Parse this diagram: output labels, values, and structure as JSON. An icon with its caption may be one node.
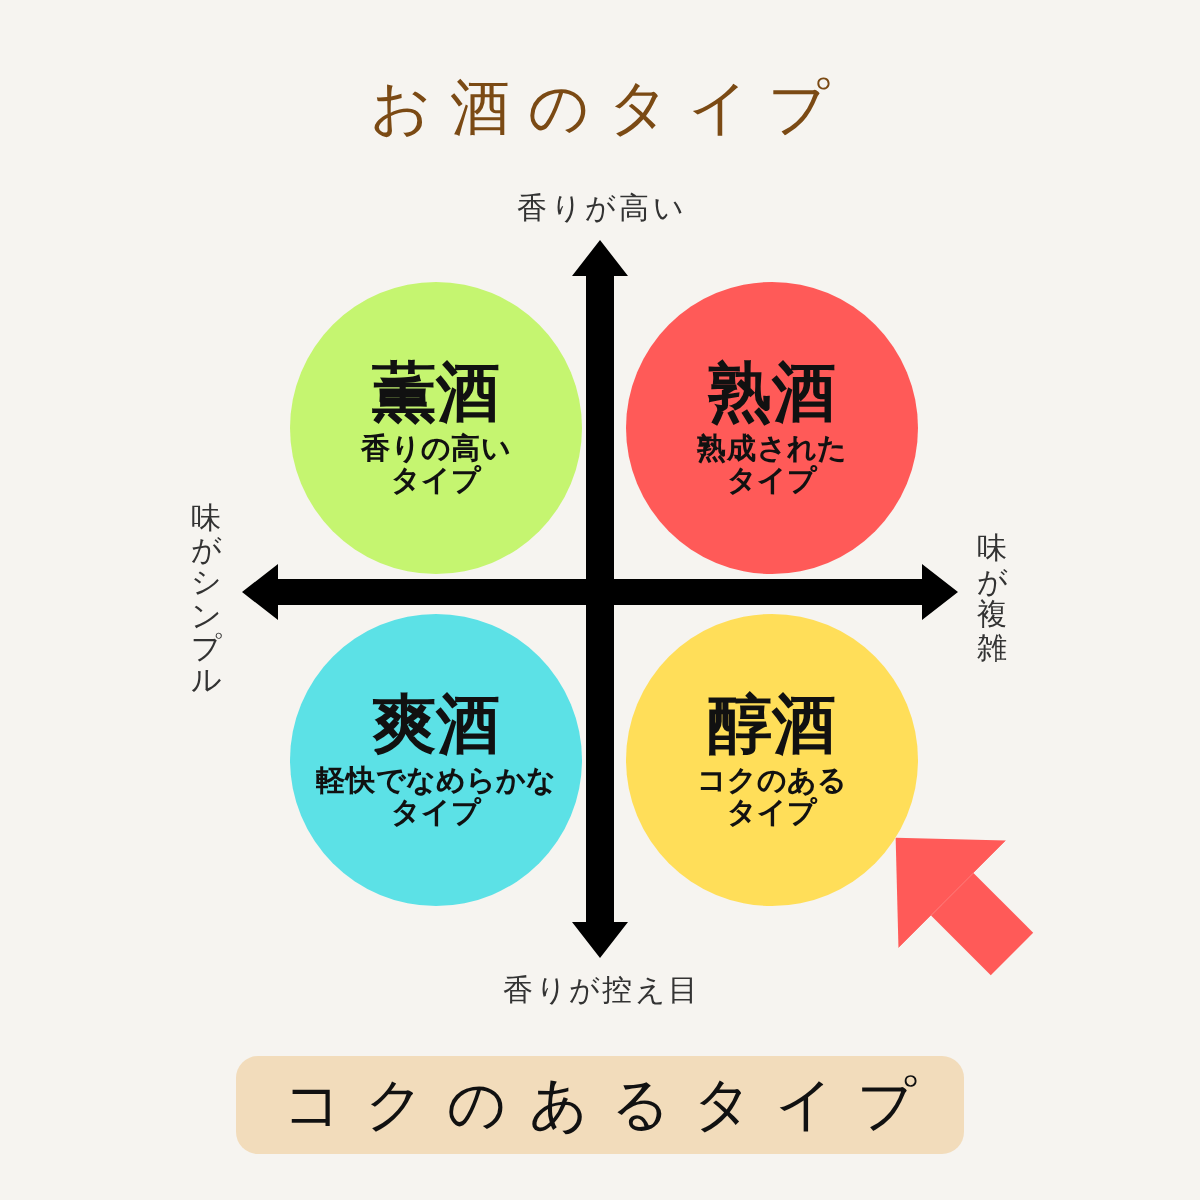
{
  "diagram": {
    "title": "お酒のタイプ",
    "nodes": [
      {
        "text": [
          "薫酒",
          "香りの高いタイプ"
        ]
      },
      {
        "text": [
          "熟酒",
          "熟成されたタイプ"
        ]
      },
      {
        "text": [
          "爽酒",
          "軽快でなめらかなタイプ"
        ]
      },
      {
        "text": [
          "醇酒",
          "コクのあるタイプ"
        ]
      },
      {
        "text": [
          "コクのあるタイプ"
        ]
      }
    ],
    "edges": [
      {
        "from": null,
        "to": 3,
        "arrow": "to"
      }
    ],
    "labels": [
      "香りが高い",
      "味がシンプル",
      "味が複雑",
      "香りが控え目"
    ]
  }
}
